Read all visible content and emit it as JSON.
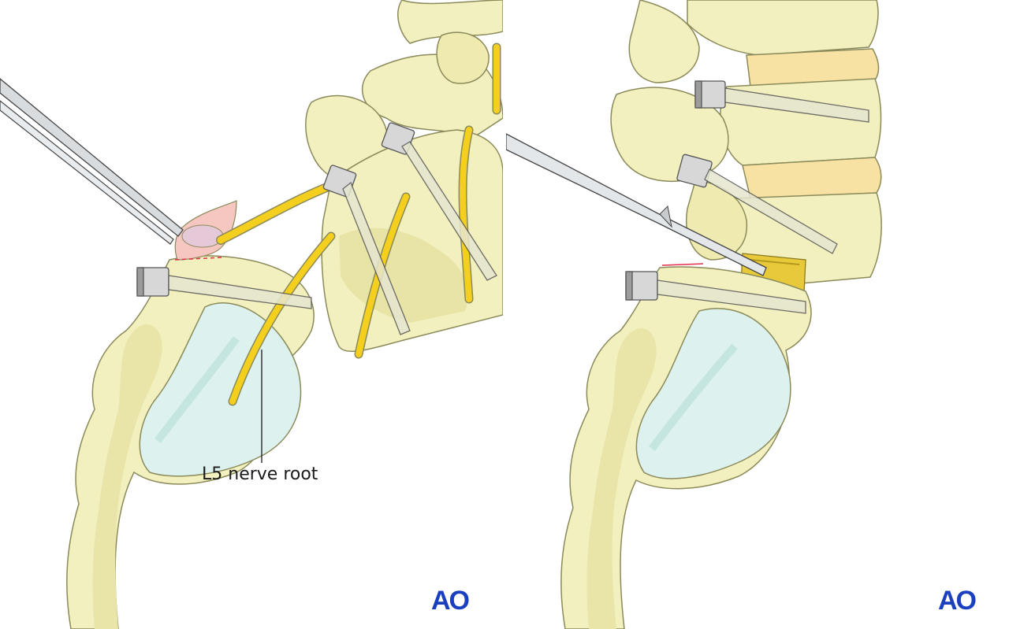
{
  "left_panel": {
    "label": "L5 nerve root",
    "logo": "AO"
  },
  "right_panel": {
    "logo": "AO"
  },
  "colors": {
    "bone": "#f3f0bf",
    "bone_shadow": "#dcd896",
    "bone_outline": "#8a8a5a",
    "nerve": "#f4cf1e",
    "sacral_window": "#ddf1ee",
    "dura": "#f6c7c0",
    "cut_line": "#e0304a",
    "logo": "#1a3fbf"
  }
}
